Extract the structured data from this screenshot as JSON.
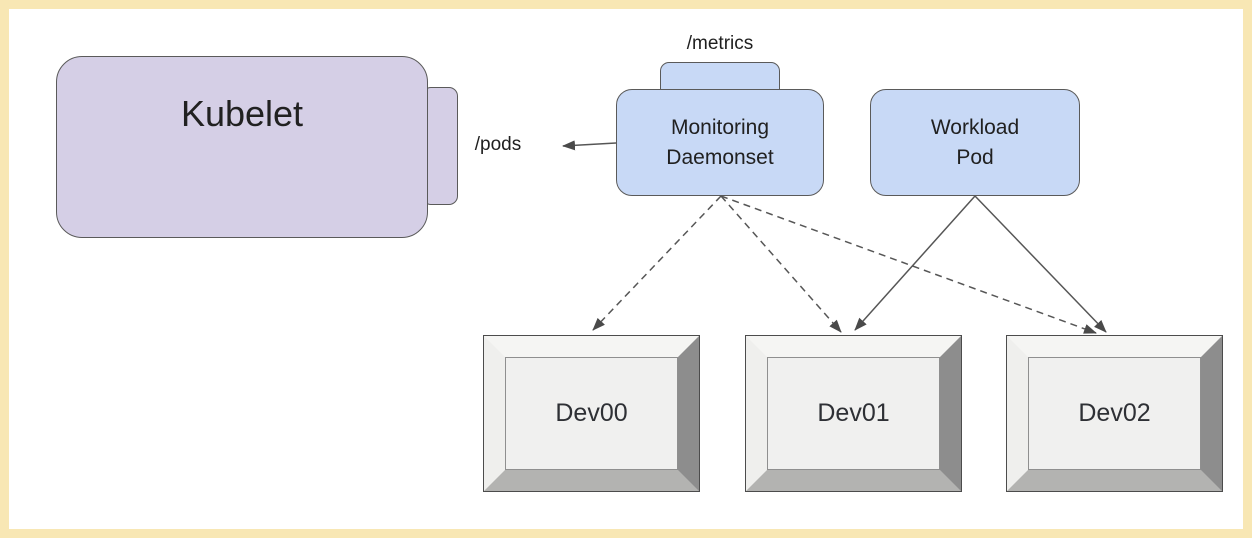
{
  "diagram": {
    "nodes": {
      "kubelet": {
        "label": "Kubelet"
      },
      "monitoring": {
        "label": "Monitoring Daemonset"
      },
      "workload": {
        "label": "Workload Pod"
      },
      "dev00": {
        "label": "Dev00"
      },
      "dev01": {
        "label": "Dev01"
      },
      "dev02": {
        "label": "Dev02"
      }
    },
    "endpoints": {
      "pods": "/pods",
      "metrics": "/metrics"
    },
    "edges": [
      {
        "from": "monitoring",
        "to": "kubelet",
        "via": "/pods",
        "style": "solid",
        "arrow": "end"
      },
      {
        "from": "monitoring",
        "to": "dev00",
        "style": "dashed",
        "arrow": "end"
      },
      {
        "from": "monitoring",
        "to": "dev01",
        "style": "dashed",
        "arrow": "end"
      },
      {
        "from": "monitoring",
        "to": "dev02",
        "style": "dashed",
        "arrow": "end"
      },
      {
        "from": "workload",
        "to": "dev01",
        "style": "solid",
        "arrow": "end"
      },
      {
        "from": "workload",
        "to": "dev02",
        "style": "solid",
        "arrow": "end"
      }
    ],
    "colors": {
      "frame_border": "#f8e7b4",
      "kubelet_fill": "#d5cfe6",
      "pod_fill": "#c8d9f6",
      "shape_outline": "#5a5a5a",
      "arrow": "#4a4a4a",
      "bevel_face": "#f0f0ef",
      "bevel_dark_side": "#8d8d8d",
      "bevel_bottom": "#b3b3b1",
      "background": "#ffffff"
    }
  }
}
